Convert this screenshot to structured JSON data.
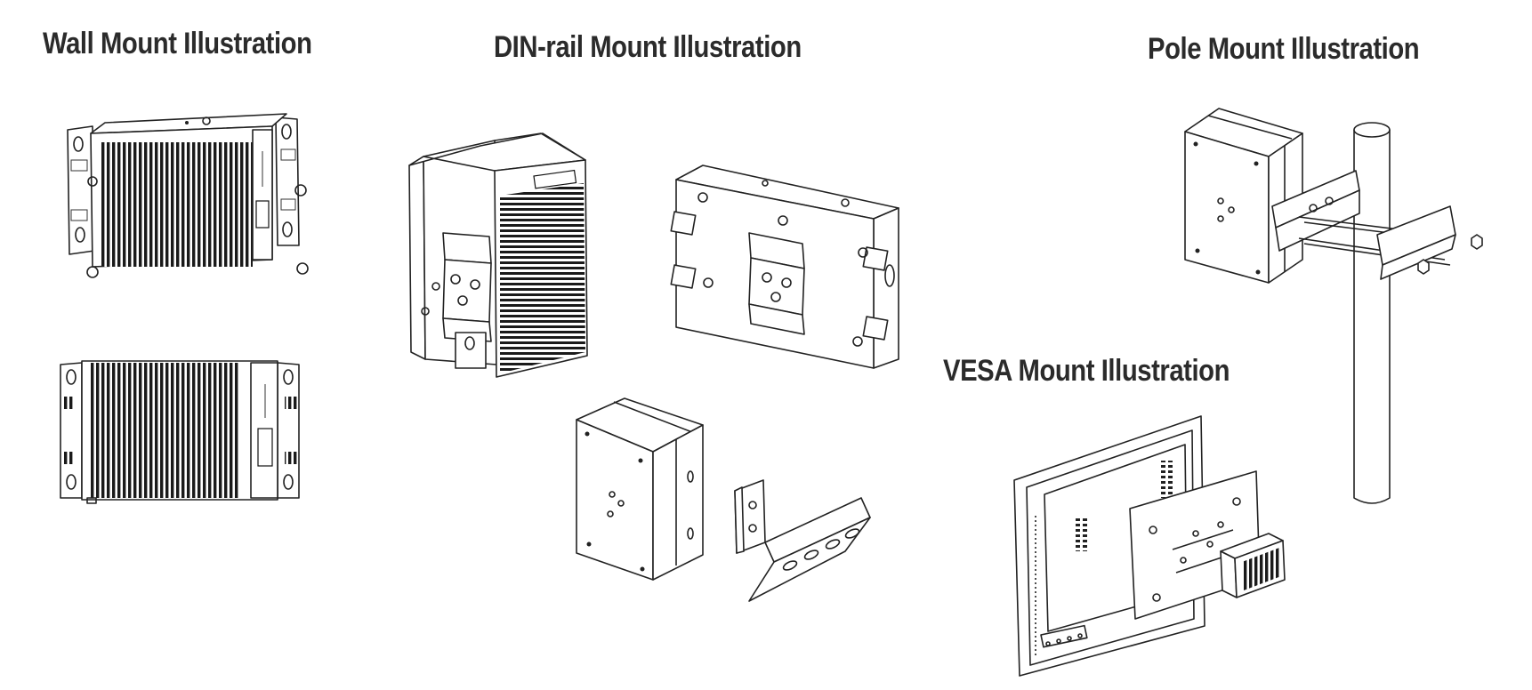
{
  "titles": {
    "wall": "Wall  Mount Illustration",
    "din": "DIN-rail Mount Illustration",
    "pole": "Pole Mount Illustration",
    "vesa": "VESA Mount Illustration"
  },
  "colors": {
    "ink": "#222222",
    "title": "#2b2b2b",
    "background": "#ffffff"
  }
}
